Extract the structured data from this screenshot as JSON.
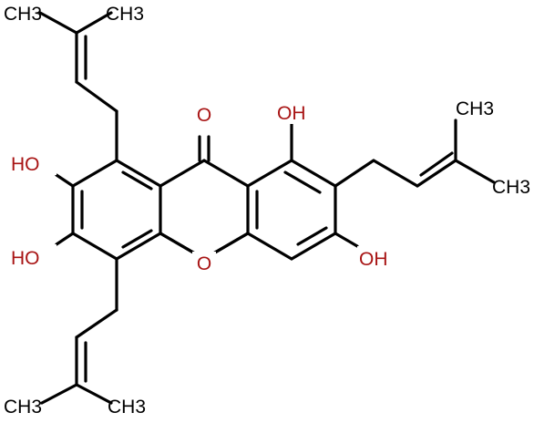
{
  "molecule": {
    "labels": {
      "ch3_top_left": "CH3",
      "ch3_top_right": "CH3",
      "ch3_right_upper": "CH3",
      "ch3_right_lower": "CH3",
      "ch3_bottom_left": "CH3",
      "ch3_bottom_right": "CH3",
      "oh_left_upper": "HO",
      "oh_left_lower": "HO",
      "oh_top_right": "OH",
      "oh_right_lower": "OH",
      "ketone_o": "O",
      "ring_o": "O"
    },
    "colors": {
      "bond": "#000000",
      "carbon_label": "#000000",
      "oxygen_label": "#a81414"
    }
  }
}
